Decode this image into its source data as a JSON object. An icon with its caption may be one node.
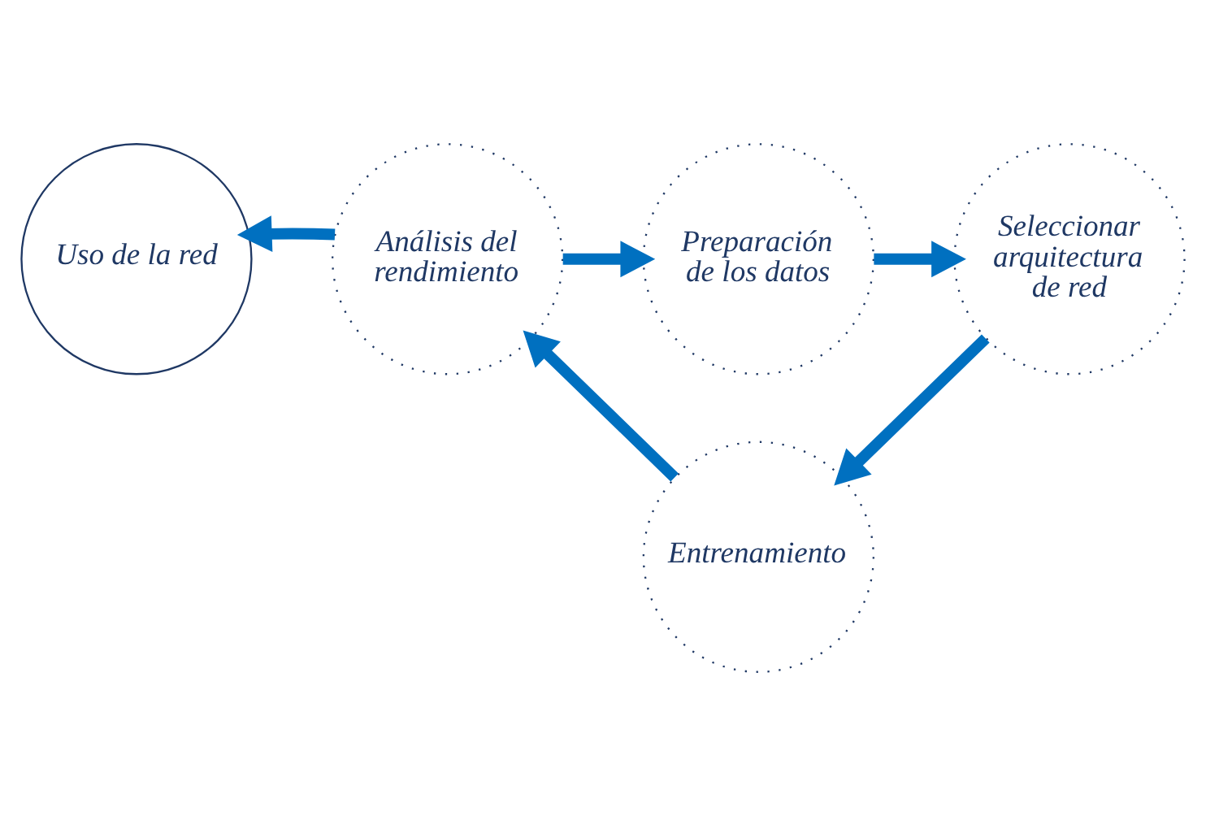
{
  "diagram": {
    "nodes": [
      {
        "text": [
          "Uso de la red"
        ]
      },
      {
        "text": [
          "Análisis del rendimiento"
        ]
      },
      {
        "text": [
          "Preparación de los datos"
        ]
      },
      {
        "text": [
          "Seleccionar arquitectura de red"
        ]
      },
      {
        "text": [
          "Entrenamiento"
        ]
      }
    ],
    "edges": [
      {
        "from": 1,
        "to": 0,
        "arrow": "to"
      },
      {
        "from": 1,
        "to": 2,
        "arrow": "to"
      },
      {
        "from": 2,
        "to": 3,
        "arrow": "to"
      },
      {
        "from": 3,
        "to": 4,
        "arrow": "to"
      },
      {
        "from": 4,
        "to": 1,
        "arrow": "to"
      }
    ]
  }
}
